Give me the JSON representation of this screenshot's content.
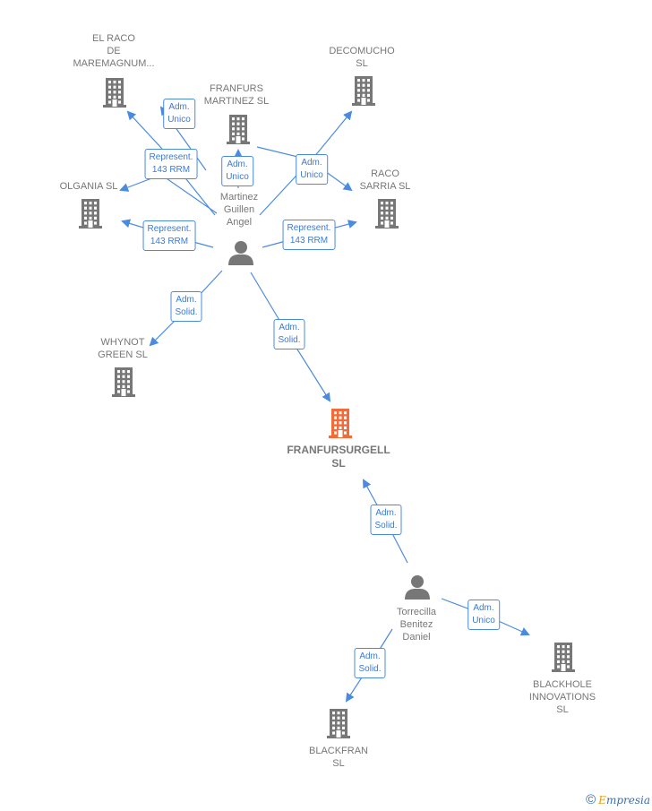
{
  "colors": {
    "edge": "#4a8be0",
    "company": "#777777",
    "main_company": "#f26b3a",
    "person": "#777777"
  },
  "nodes": [
    {
      "id": "elraco",
      "type": "company",
      "icon": "building-icon",
      "lines": [
        "EL RACO",
        "DE",
        "MAREMAGNUM..."
      ]
    },
    {
      "id": "franfurs_martinez",
      "type": "company",
      "icon": "building-icon",
      "lines": [
        "FRANFURS",
        "MARTINEZ SL"
      ]
    },
    {
      "id": "decomucho",
      "type": "company",
      "icon": "building-icon",
      "lines": [
        "DECOMUCHO",
        "SL"
      ]
    },
    {
      "id": "olgania",
      "type": "company",
      "icon": "building-icon",
      "lines": [
        "OLGANIA  SL"
      ]
    },
    {
      "id": "raco_sarria",
      "type": "company",
      "icon": "building-icon",
      "lines": [
        "RACO",
        "SARRIA  SL"
      ]
    },
    {
      "id": "martinez",
      "type": "person",
      "icon": "person-icon",
      "lines": [
        "Martinez",
        "Guillen",
        "Angel"
      ]
    },
    {
      "id": "whynot",
      "type": "company",
      "icon": "building-icon",
      "lines": [
        "WHYNOT",
        "GREEN  SL"
      ]
    },
    {
      "id": "franfursurgell",
      "type": "main",
      "icon": "building-icon",
      "lines": [
        "FRANFURSURGELL",
        "SL"
      ]
    },
    {
      "id": "torrecilla",
      "type": "person",
      "icon": "person-icon",
      "lines": [
        "Torrecilla",
        "Benitez",
        "Daniel"
      ]
    },
    {
      "id": "blackhole",
      "type": "company",
      "icon": "building-icon",
      "lines": [
        "BLACKHOLE",
        "INNOVATIONS",
        "SL"
      ]
    },
    {
      "id": "blackfran",
      "type": "company",
      "icon": "building-icon",
      "lines": [
        "BLACKFRAN",
        "SL"
      ]
    }
  ],
  "edge_labels": [
    {
      "id": "e1",
      "lines": [
        "Adm.",
        "Unico"
      ]
    },
    {
      "id": "e2",
      "lines": [
        "Represent.",
        "143 RRM"
      ]
    },
    {
      "id": "e3",
      "lines": [
        "Adm.",
        "Unico"
      ]
    },
    {
      "id": "e4",
      "lines": [
        "Adm.",
        "Unico"
      ]
    },
    {
      "id": "e5",
      "lines": [
        "Represent.",
        "143 RRM"
      ]
    },
    {
      "id": "e6",
      "lines": [
        "Represent.",
        "143 RRM"
      ]
    },
    {
      "id": "e7",
      "lines": [
        "Adm.",
        "Solid."
      ]
    },
    {
      "id": "e8",
      "lines": [
        "Adm.",
        "Solid."
      ]
    },
    {
      "id": "e9",
      "lines": [
        "Adm.",
        "Solid."
      ]
    },
    {
      "id": "e10",
      "lines": [
        "Adm.",
        "Unico"
      ]
    },
    {
      "id": "e11",
      "lines": [
        "Adm.",
        "Solid."
      ]
    }
  ],
  "brand": {
    "copyright": "©",
    "first_letter": "E",
    "rest": "mpresia"
  }
}
